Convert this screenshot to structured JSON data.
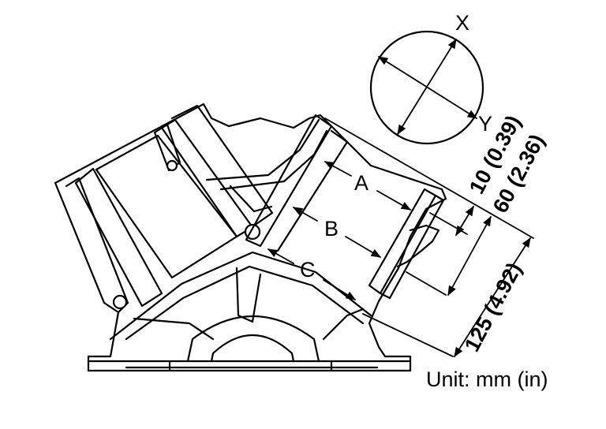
{
  "labels": {
    "bore_axis_x": "X",
    "bore_axis_y": "Y",
    "point_a": "A",
    "point_b": "B",
    "point_c": "C",
    "dim_1": "10 (0.39)",
    "dim_2": "60 (2.36)",
    "dim_3": "125 (4.92)",
    "unit": "Unit: mm (in)"
  },
  "colors": {
    "ink": "#000000",
    "paper": "#ffffff"
  }
}
